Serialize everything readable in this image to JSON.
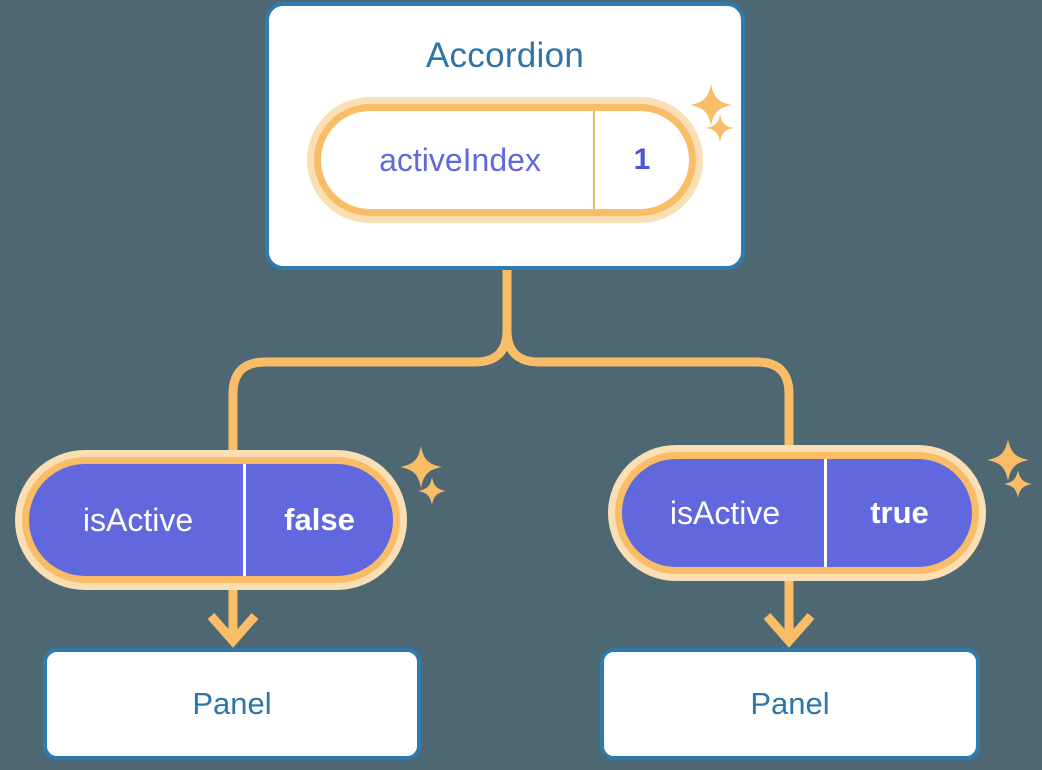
{
  "theme": {
    "background": "#4d6873",
    "box_border": "#2e7bb0",
    "box_fill": "#ffffff",
    "heading_text": "#2e74a8",
    "accent_orange": "#f9bd68",
    "accent_orange_glow": "#fbdfb4",
    "state_purple": "#6167dd",
    "state_value_purple": "#4a55d6",
    "connector": "#f9bd68"
  },
  "diagram": {
    "type": "component-state-tree",
    "parent": {
      "title": "Accordion",
      "state": {
        "key": "activeIndex",
        "value": "1"
      }
    },
    "children": [
      {
        "id": "left",
        "state": {
          "key": "isActive",
          "value": "false"
        },
        "panel_label": "Panel"
      },
      {
        "id": "right",
        "state": {
          "key": "isActive",
          "value": "true"
        },
        "panel_label": "Panel"
      }
    ]
  },
  "icons": {
    "sparkle": "sparkle-icon",
    "arrow_down": "arrow-down-icon"
  }
}
